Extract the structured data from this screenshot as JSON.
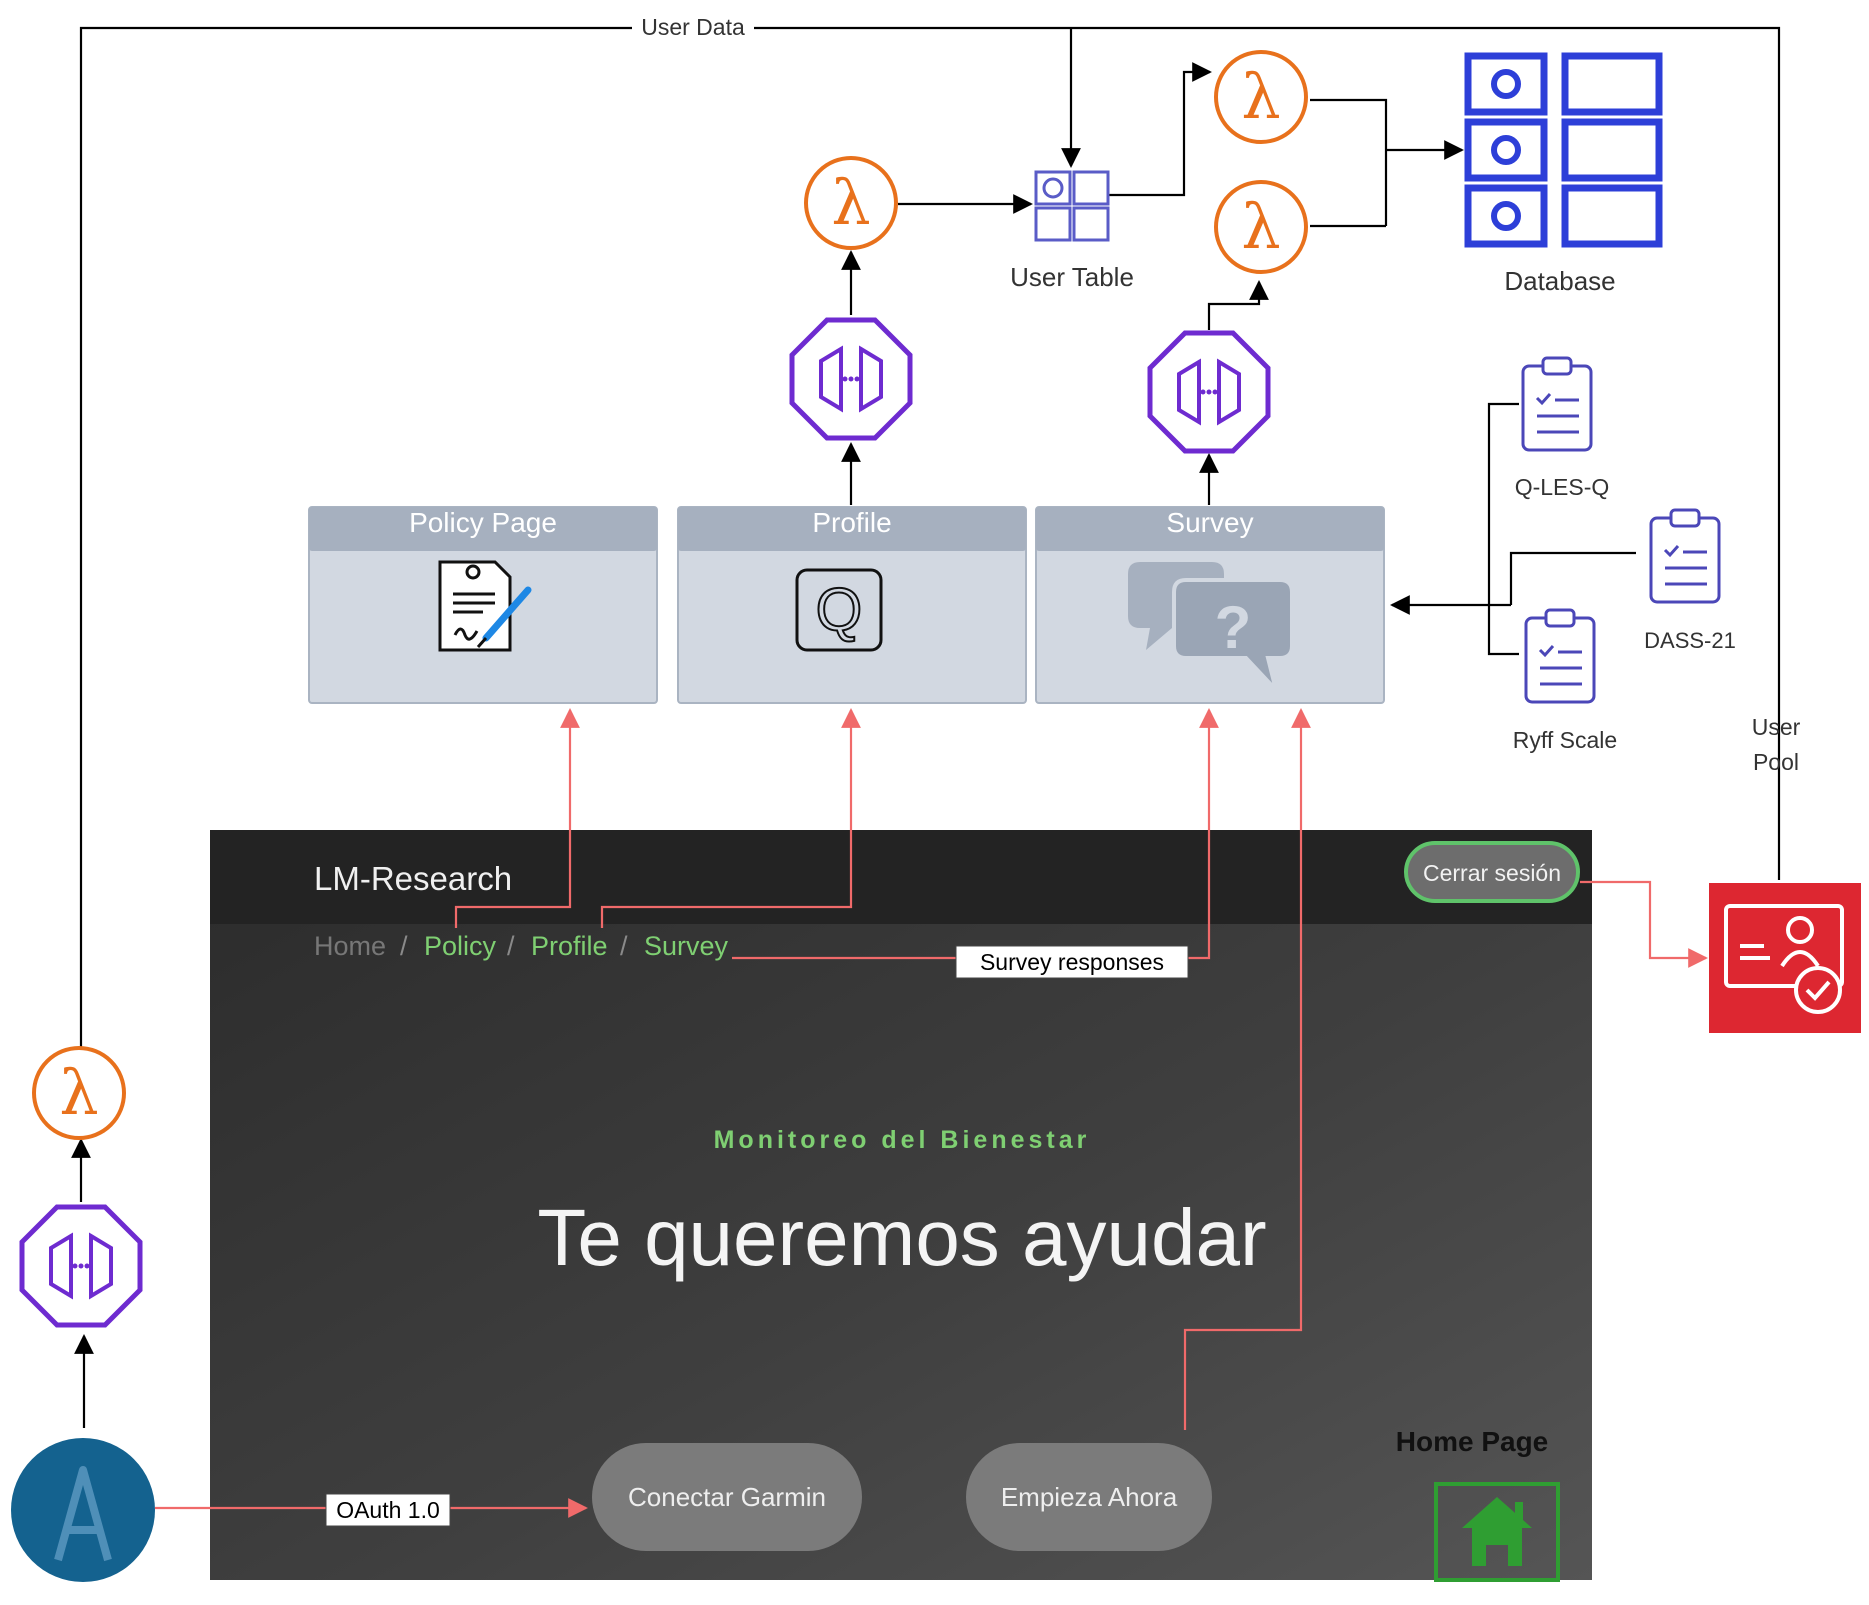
{
  "edges": {
    "user_data": "User Data",
    "survey_responses": "Survey responses",
    "oauth": "OAuth 1.0",
    "user_pool": [
      "User",
      "Pool"
    ]
  },
  "nodes": {
    "user_table": "User Table",
    "database": "Database",
    "qlesq": "Q-LES-Q",
    "dass21": "DASS-21",
    "ryff": "Ryff  Scale"
  },
  "pages": {
    "policy": "Policy Page",
    "profile": "Profile",
    "survey": "Survey"
  },
  "app": {
    "brand": "LM-Research",
    "logout": "Cerrar sesión",
    "breadcrumb": {
      "home": "Home",
      "policy": "Policy",
      "profile": "Profile",
      "survey": "Survey",
      "sep": "/"
    },
    "eyebrow": "Monitoreo del Bienestar",
    "headline": "Te queremos ayudar",
    "btn_garmin": "Conectar Garmin",
    "btn_start": "Empieza Ahora",
    "home_page_label": "Home Page"
  },
  "card_icons": {
    "profile_glyph": "Q",
    "survey_glyph": "?"
  },
  "colors": {
    "lambda": "#e8711c",
    "api_gateway": "#6e2bd0",
    "database": "#2d3fd8",
    "cognito": "#dd2731",
    "amplify": "#14628f",
    "link_green": "#7fcf72",
    "home_icon": "#2f9e32",
    "connector_red": "#f06a6a"
  }
}
